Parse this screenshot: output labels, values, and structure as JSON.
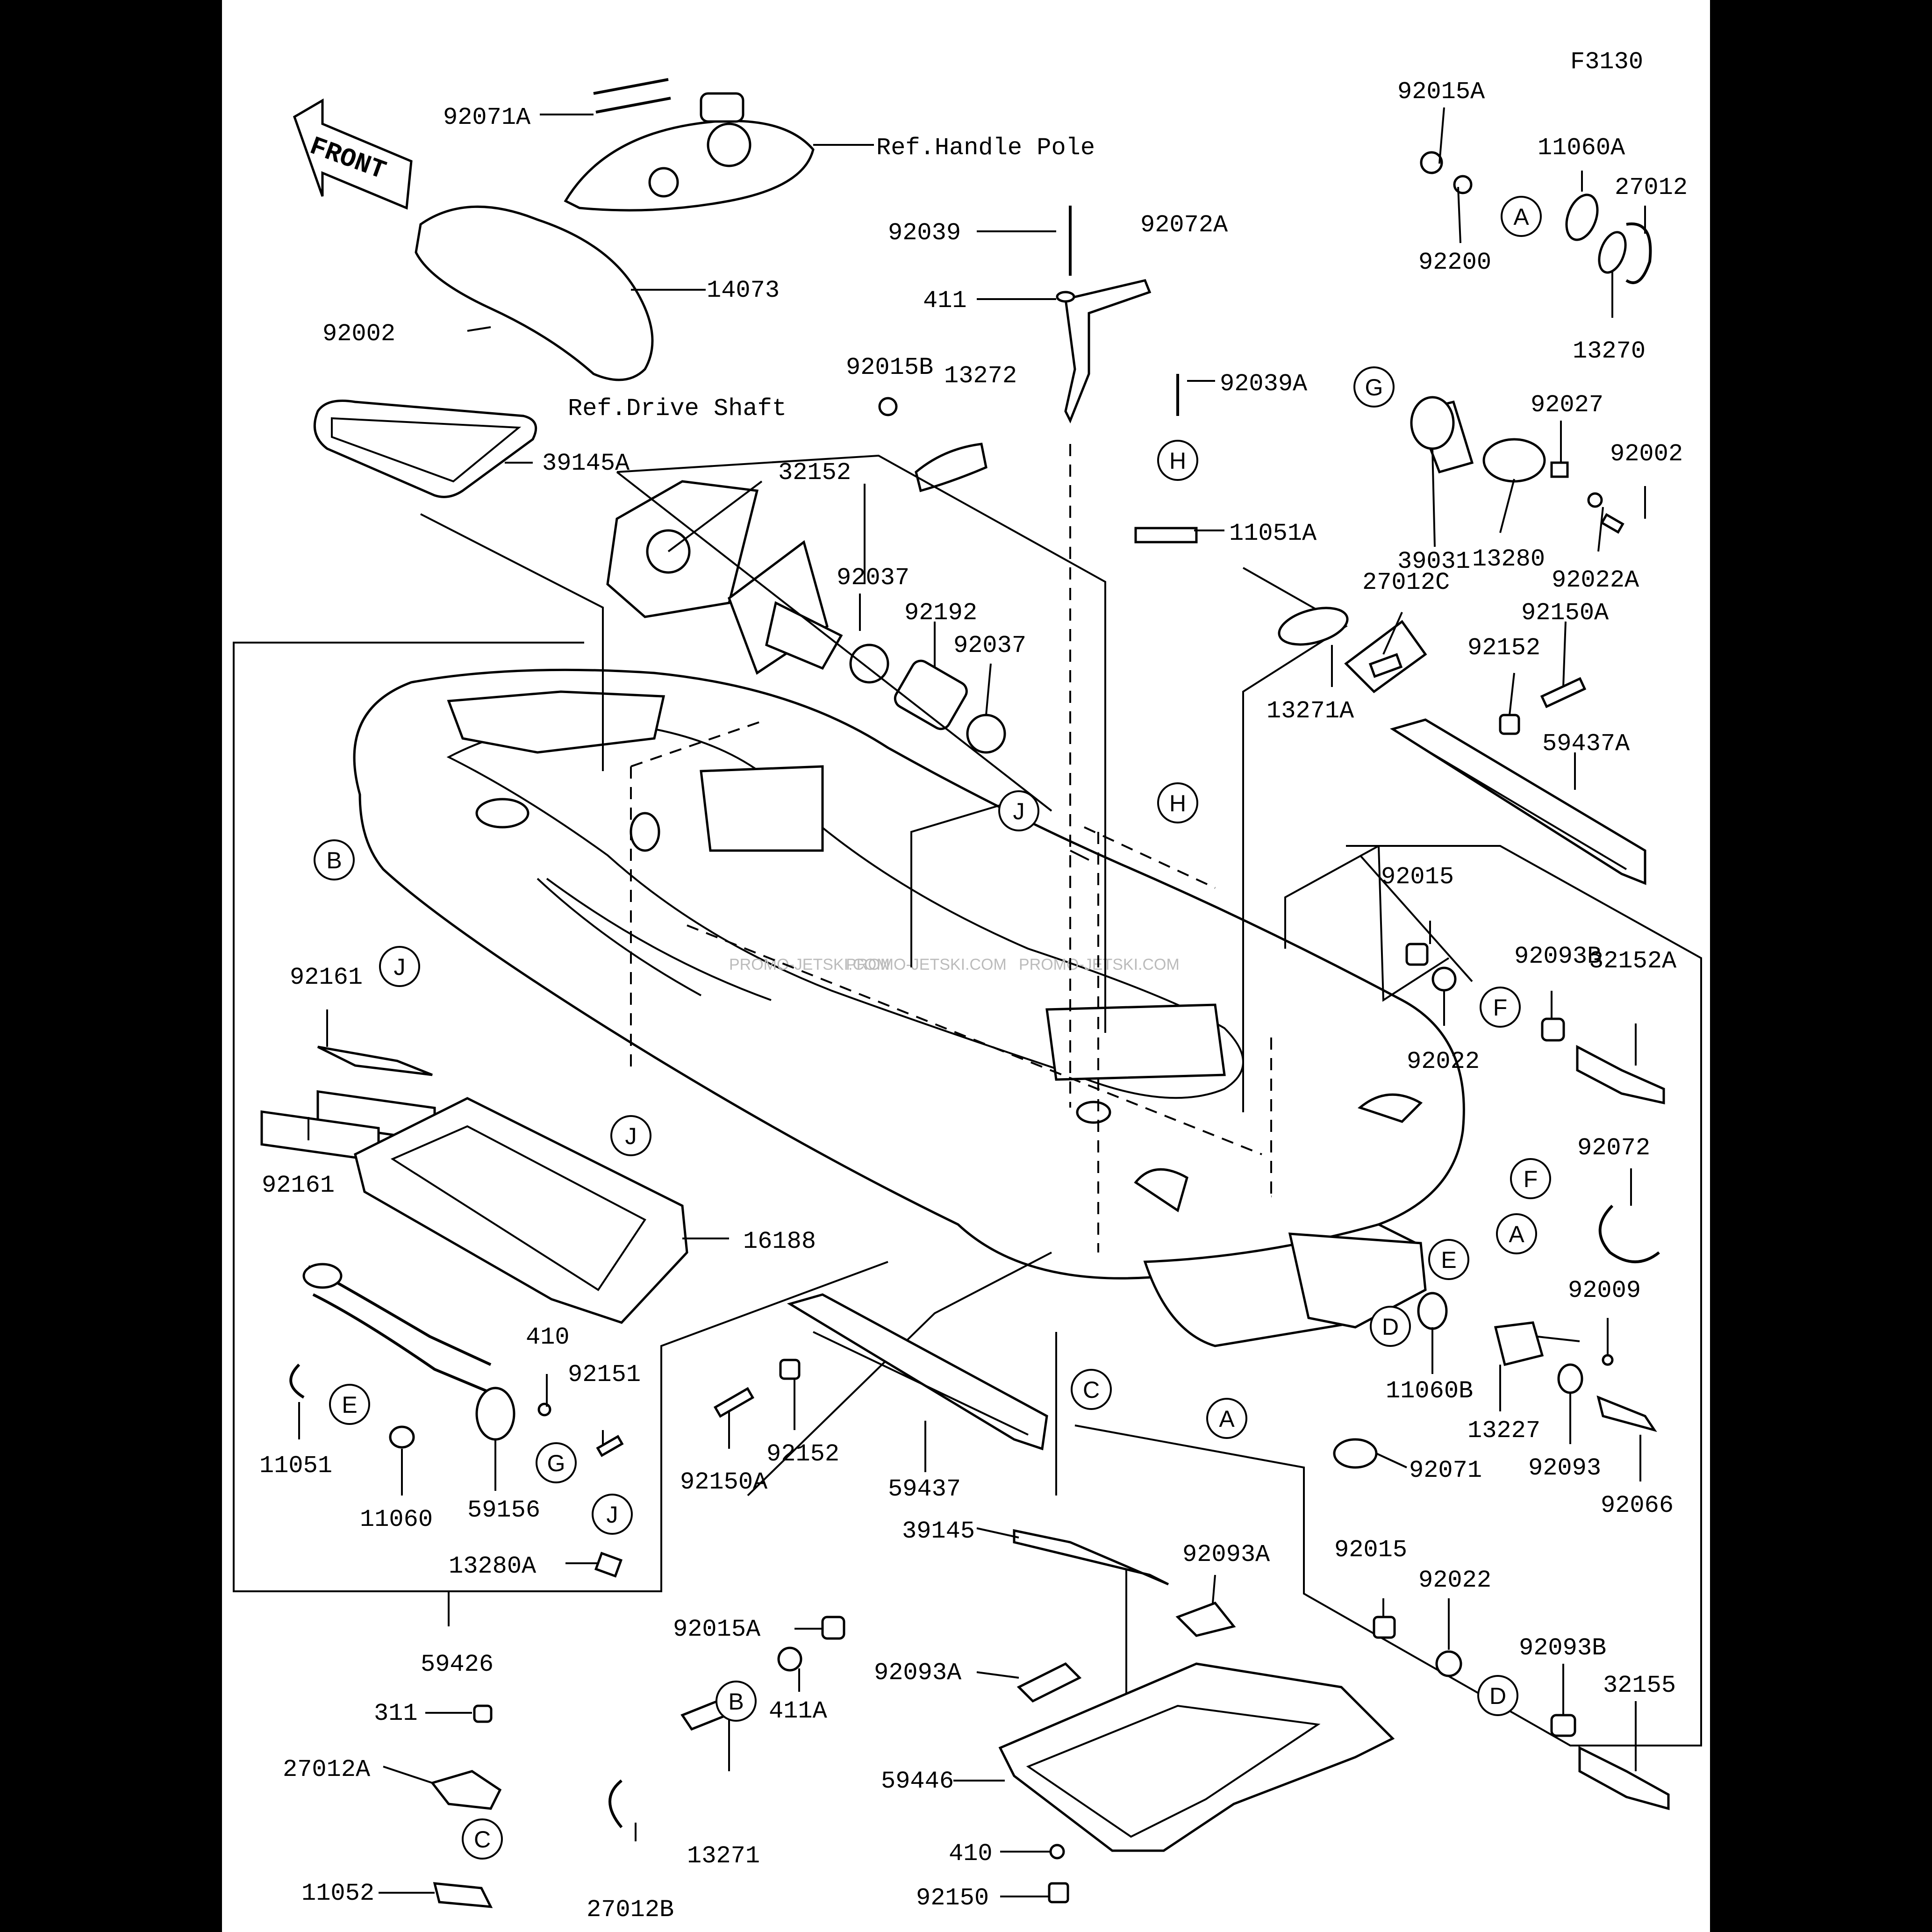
{
  "figure_code": "F3130",
  "front_label": "FRONT",
  "refs": {
    "handle_pole": "Ref.Handle Pole",
    "drive_shaft": "Ref.Drive Shaft"
  },
  "watermark": "PROMO-JETSKI.COM",
  "parts": {
    "p92071A": "92071A",
    "p14073": "14073",
    "p92002a": "92002",
    "p39145A": "39145A",
    "p92039": "92039",
    "p92072A": "92072A",
    "p411": "411",
    "p92015B": "92015B",
    "p13272": "13272",
    "p92039A": "92039A",
    "p11051A": "11051A",
    "p32152": "32152",
    "p92037a": "92037",
    "p92192": "92192",
    "p92037b": "92037",
    "p92015A_top": "92015A",
    "p11060A": "11060A",
    "p27012": "27012",
    "p92200": "92200",
    "p13270": "13270",
    "p92027": "92027",
    "p92002b": "92002",
    "p39031": "39031",
    "p13280": "13280",
    "p92022A": "92022A",
    "p27012C": "27012C",
    "p92150A_top": "92150A",
    "p92152_top": "92152",
    "p13271A": "13271A",
    "p59437A": "59437A",
    "p92015a": "92015",
    "p92093B_top": "92093B",
    "p32152A": "32152A",
    "p92022a": "92022",
    "p92072": "92072",
    "p92009": "92009",
    "p11060B": "11060B",
    "p13227": "13227",
    "p92093": "92093",
    "p92071": "92071",
    "p92066": "92066",
    "p92161a": "92161",
    "p92161b": "92161",
    "p16188": "16188",
    "p410a": "410",
    "p92151": "92151",
    "p11051": "11051",
    "p11060": "11060",
    "p59156": "59156",
    "p13280A": "13280A",
    "p59426": "59426",
    "p92150A_mid": "92150A",
    "p92152_mid": "92152",
    "p59437": "59437",
    "p39145": "39145",
    "p92015A_bot": "92015A",
    "p411A": "411A",
    "p13271": "13271",
    "p27012B": "27012B",
    "p311": "311",
    "p27012A": "27012A",
    "p11052": "11052",
    "p92093A_a": "92093A",
    "p92093A_b": "92093A",
    "p59446": "59446",
    "p410b": "410",
    "p92150": "92150",
    "p92015b": "92015",
    "p92022b": "92022",
    "p92093B_bot": "92093B",
    "p32155": "32155"
  },
  "callouts": {
    "A1": "A",
    "A2": "A",
    "A3": "A",
    "B1": "B",
    "B2": "B",
    "C1": "C",
    "C2": "C",
    "D1": "D",
    "D2": "D",
    "E1": "E",
    "E2": "E",
    "F1": "F",
    "F2": "F",
    "G1": "G",
    "G2": "G",
    "H1": "H",
    "H2": "H",
    "J1": "J",
    "J2": "J",
    "J3": "J",
    "J4": "J"
  }
}
